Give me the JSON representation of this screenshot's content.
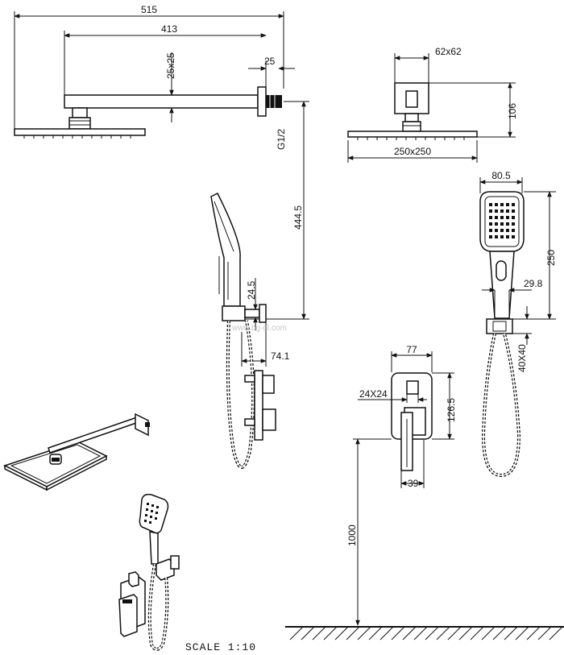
{
  "dimensions": {
    "arm_total": "515",
    "arm_length": "413",
    "arm_section": "25x25",
    "flange_depth": "25",
    "thread": "G1/2",
    "head_connector": "62x62",
    "head_height": "106",
    "head_size": "250x250",
    "handshower_width": "80.5",
    "handshower_length": "250",
    "handle_width": "29.8",
    "holder_size": "40X40",
    "outlet_height": "444.5",
    "holder_offset": "24.5",
    "holder_depth": "74.1",
    "plate_width": "77",
    "handle_square": "24X24",
    "plate_height": "126.5",
    "lever_width": "39",
    "install_height": "1000"
  },
  "scale_label": "SCALE  1:10",
  "watermark": "www.bg-dl.com"
}
